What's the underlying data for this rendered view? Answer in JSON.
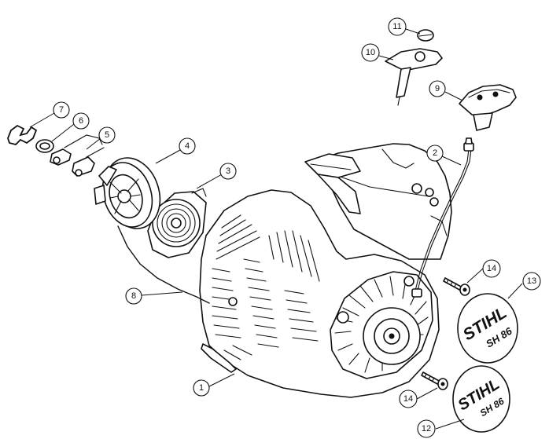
{
  "callouts": [
    {
      "number": "1"
    },
    {
      "number": "2"
    },
    {
      "number": "3"
    },
    {
      "number": "4"
    },
    {
      "number": "5"
    },
    {
      "number": "6"
    },
    {
      "number": "7"
    },
    {
      "number": "8"
    },
    {
      "number": "9"
    },
    {
      "number": "10"
    },
    {
      "number": "11"
    },
    {
      "number": "12"
    },
    {
      "number": "13"
    },
    {
      "number": "14"
    },
    {
      "number": "14"
    }
  ],
  "logos": [
    {
      "brand": "STIHL",
      "model": "SH 86"
    },
    {
      "brand": "STIHL",
      "model": "SH 86"
    }
  ]
}
